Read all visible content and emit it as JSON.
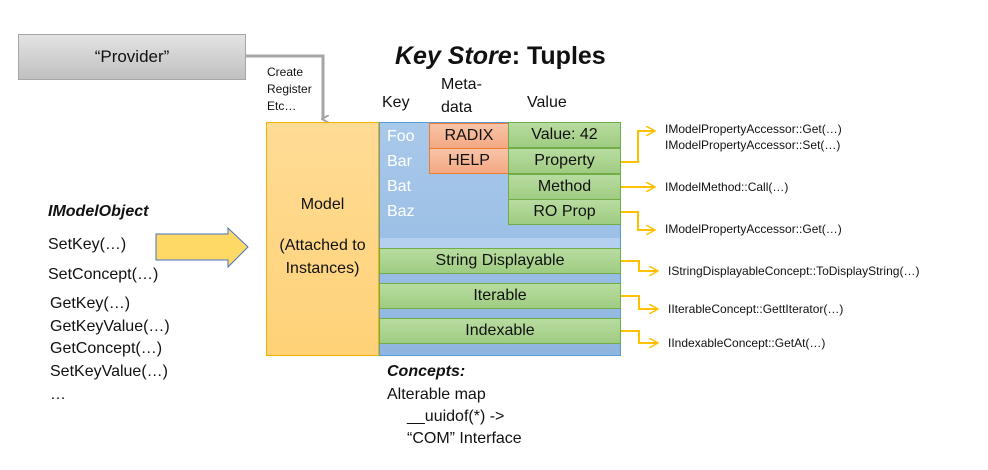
{
  "provider": {
    "label": "“Provider”"
  },
  "provider_action": {
    "lines": [
      "Create",
      "Register",
      "Etc…"
    ]
  },
  "title": {
    "italic": "Key Store",
    "rest": ": Tuples"
  },
  "headers": {
    "key": "Key",
    "metadata": [
      "Meta-",
      "data"
    ],
    "value": "Value"
  },
  "model": {
    "label": "Model",
    "sub": [
      "(Attached to",
      "Instances)"
    ]
  },
  "keys": [
    "Foo",
    "Bar",
    "Bat",
    "Baz"
  ],
  "metadata": [
    "RADIX",
    "HELP"
  ],
  "values": [
    "Value: 42",
    "Property",
    "Method",
    "RO Prop"
  ],
  "concepts_rows": [
    "String Displayable",
    "Iterable",
    "Indexable"
  ],
  "apis": [
    "IModelPropertyAccessor::Get(…)",
    "IModelPropertyAccessor::Set(…)",
    "IModelMethod::Call(…)",
    "IModelPropertyAccessor::Get(…)",
    "IStringDisplayableConcept::ToDisplayString(…)",
    "IIterableConcept::GettIterator(…)",
    "IIndexableConcept::GetAt(…)"
  ],
  "imodelobject": {
    "title": "IModelObject",
    "methods": [
      "SetKey(…)",
      "SetConcept(…)",
      "GetKey(…)",
      "GetKeyValue(…)",
      "GetConcept(…)",
      "SetKeyValue(…)",
      "…"
    ]
  },
  "concepts_note": {
    "title": "Concepts:",
    "lines": [
      "Alterable map",
      "__uuidof(*) ->",
      "“COM” Interface"
    ]
  },
  "colors": {
    "connector": "#FFC000",
    "model": "#FFD98A",
    "store": "#9DC3E6",
    "metadata": "#F4B183",
    "value": "#A9D18E",
    "provider": "#C9C9C9"
  }
}
